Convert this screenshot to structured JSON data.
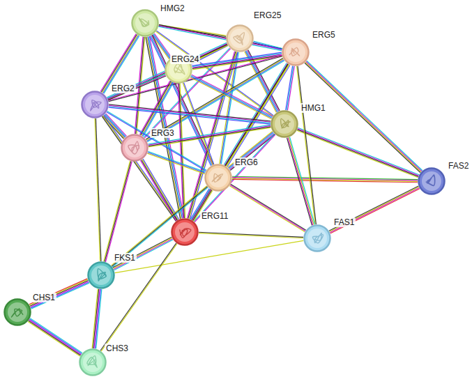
{
  "diagram": {
    "nodes": [
      {
        "text": [
          "HMG2"
        ]
      },
      {
        "text": [
          "ERG25"
        ]
      },
      {
        "text": [
          "ERG5"
        ]
      },
      {
        "text": [
          "ERG24"
        ]
      },
      {
        "text": [
          "ERG2"
        ]
      },
      {
        "text": [
          "HMG1"
        ]
      },
      {
        "text": [
          "ERG3"
        ]
      },
      {
        "text": [
          "ERG6"
        ]
      },
      {
        "text": [
          "FAS2"
        ]
      },
      {
        "text": [
          "ERG11"
        ]
      },
      {
        "text": [
          "FAS1"
        ]
      },
      {
        "text": [
          "FKS1"
        ]
      },
      {
        "text": [
          "CHS1"
        ]
      },
      {
        "text": [
          "CHS3"
        ]
      }
    ],
    "edges": [
      {
        "from": 0,
        "to": 1,
        "arrow": "none"
      },
      {
        "from": 0,
        "to": 2,
        "arrow": "none"
      },
      {
        "from": 0,
        "to": 3,
        "arrow": "none"
      },
      {
        "from": 0,
        "to": 4,
        "arrow": "none"
      },
      {
        "from": 0,
        "to": 5,
        "arrow": "none"
      },
      {
        "from": 0,
        "to": 6,
        "arrow": "none"
      },
      {
        "from": 0,
        "to": 7,
        "arrow": "none"
      },
      {
        "from": 0,
        "to": 9,
        "arrow": "none"
      },
      {
        "from": 1,
        "to": 2,
        "arrow": "none"
      },
      {
        "from": 1,
        "to": 3,
        "arrow": "none"
      },
      {
        "from": 1,
        "to": 4,
        "arrow": "none"
      },
      {
        "from": 1,
        "to": 5,
        "arrow": "none"
      },
      {
        "from": 1,
        "to": 6,
        "arrow": "none"
      },
      {
        "from": 1,
        "to": 7,
        "arrow": "none"
      },
      {
        "from": 1,
        "to": 9,
        "arrow": "none"
      },
      {
        "from": 2,
        "to": 3,
        "arrow": "none"
      },
      {
        "from": 2,
        "to": 4,
        "arrow": "none"
      },
      {
        "from": 2,
        "to": 5,
        "arrow": "none"
      },
      {
        "from": 2,
        "to": 6,
        "arrow": "none"
      },
      {
        "from": 2,
        "to": 7,
        "arrow": "none"
      },
      {
        "from": 2,
        "to": 9,
        "arrow": "none"
      },
      {
        "from": 3,
        "to": 4,
        "arrow": "none"
      },
      {
        "from": 3,
        "to": 5,
        "arrow": "none"
      },
      {
        "from": 3,
        "to": 6,
        "arrow": "none"
      },
      {
        "from": 3,
        "to": 7,
        "arrow": "none"
      },
      {
        "from": 3,
        "to": 9,
        "arrow": "none"
      },
      {
        "from": 4,
        "to": 5,
        "arrow": "none"
      },
      {
        "from": 4,
        "to": 6,
        "arrow": "none"
      },
      {
        "from": 4,
        "to": 7,
        "arrow": "none"
      },
      {
        "from": 4,
        "to": 9,
        "arrow": "none"
      },
      {
        "from": 5,
        "to": 6,
        "arrow": "none"
      },
      {
        "from": 5,
        "to": 7,
        "arrow": "none"
      },
      {
        "from": 5,
        "to": 9,
        "arrow": "none"
      },
      {
        "from": 6,
        "to": 7,
        "arrow": "none"
      },
      {
        "from": 6,
        "to": 9,
        "arrow": "none"
      },
      {
        "from": 7,
        "to": 9,
        "arrow": "none"
      },
      {
        "from": 8,
        "to": 2,
        "arrow": "none"
      },
      {
        "from": 8,
        "to": 5,
        "arrow": "none"
      },
      {
        "from": 8,
        "to": 7,
        "arrow": "none"
      },
      {
        "from": 8,
        "to": 10,
        "arrow": "none"
      },
      {
        "from": 10,
        "to": 2,
        "arrow": "none"
      },
      {
        "from": 10,
        "to": 5,
        "arrow": "none"
      },
      {
        "from": 10,
        "to": 7,
        "arrow": "none"
      },
      {
        "from": 10,
        "to": 9,
        "arrow": "none"
      },
      {
        "from": 10,
        "to": 11,
        "arrow": "none"
      },
      {
        "from": 11,
        "to": 4,
        "arrow": "none"
      },
      {
        "from": 11,
        "to": 6,
        "arrow": "none"
      },
      {
        "from": 11,
        "to": 7,
        "arrow": "none"
      },
      {
        "from": 11,
        "to": 9,
        "arrow": "none"
      },
      {
        "from": 11,
        "to": 12,
        "arrow": "none"
      },
      {
        "from": 11,
        "to": 13,
        "arrow": "none"
      },
      {
        "from": 12,
        "to": 13,
        "arrow": "none"
      },
      {
        "from": 13,
        "to": 9,
        "arrow": "none"
      }
    ]
  }
}
